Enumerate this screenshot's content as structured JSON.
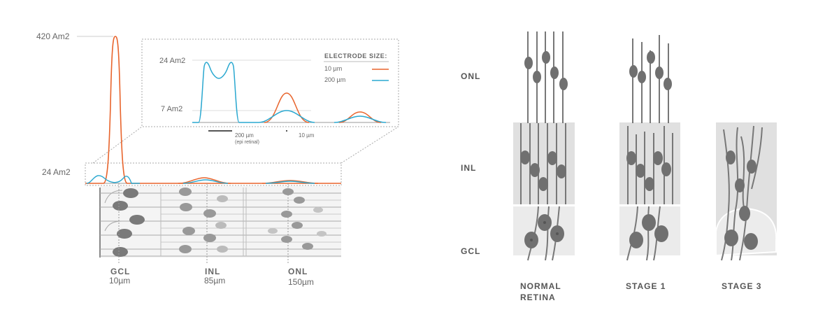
{
  "left_panel": {
    "y_labels": {
      "peak_large": "420 Am2",
      "baseline": "24 Am2"
    },
    "inset": {
      "y_labels": {
        "upper": "24 Am2",
        "lower": "7 Am2"
      },
      "legend": {
        "title": "ELECTRODE SIZE:",
        "items": [
          {
            "label": "10 µm",
            "color": "#e8642c"
          },
          {
            "label": "200 µm",
            "color": "#2aa8d0"
          }
        ]
      },
      "scalebar": {
        "large": "200 µm",
        "large_note": "(epi retinal)",
        "small": "10 µm"
      }
    },
    "layers": [
      {
        "name": "GCL",
        "depth": "10µm"
      },
      {
        "name": "INL",
        "depth": "85µm"
      },
      {
        "name": "ONL",
        "depth": "150µm"
      }
    ]
  },
  "right_panel": {
    "row_labels": [
      "ONL",
      "INL",
      "GCL"
    ],
    "columns": [
      {
        "title_line1": "NORMAL",
        "title_line2": "RETINA"
      },
      {
        "title_line1": "STAGE 1",
        "title_line2": ""
      },
      {
        "title_line1": "STAGE 3",
        "title_line2": ""
      }
    ]
  },
  "colors": {
    "orange": "#e8642c",
    "blue": "#2aa8d0",
    "cell": "#707070",
    "band": "#e3e3e3"
  }
}
